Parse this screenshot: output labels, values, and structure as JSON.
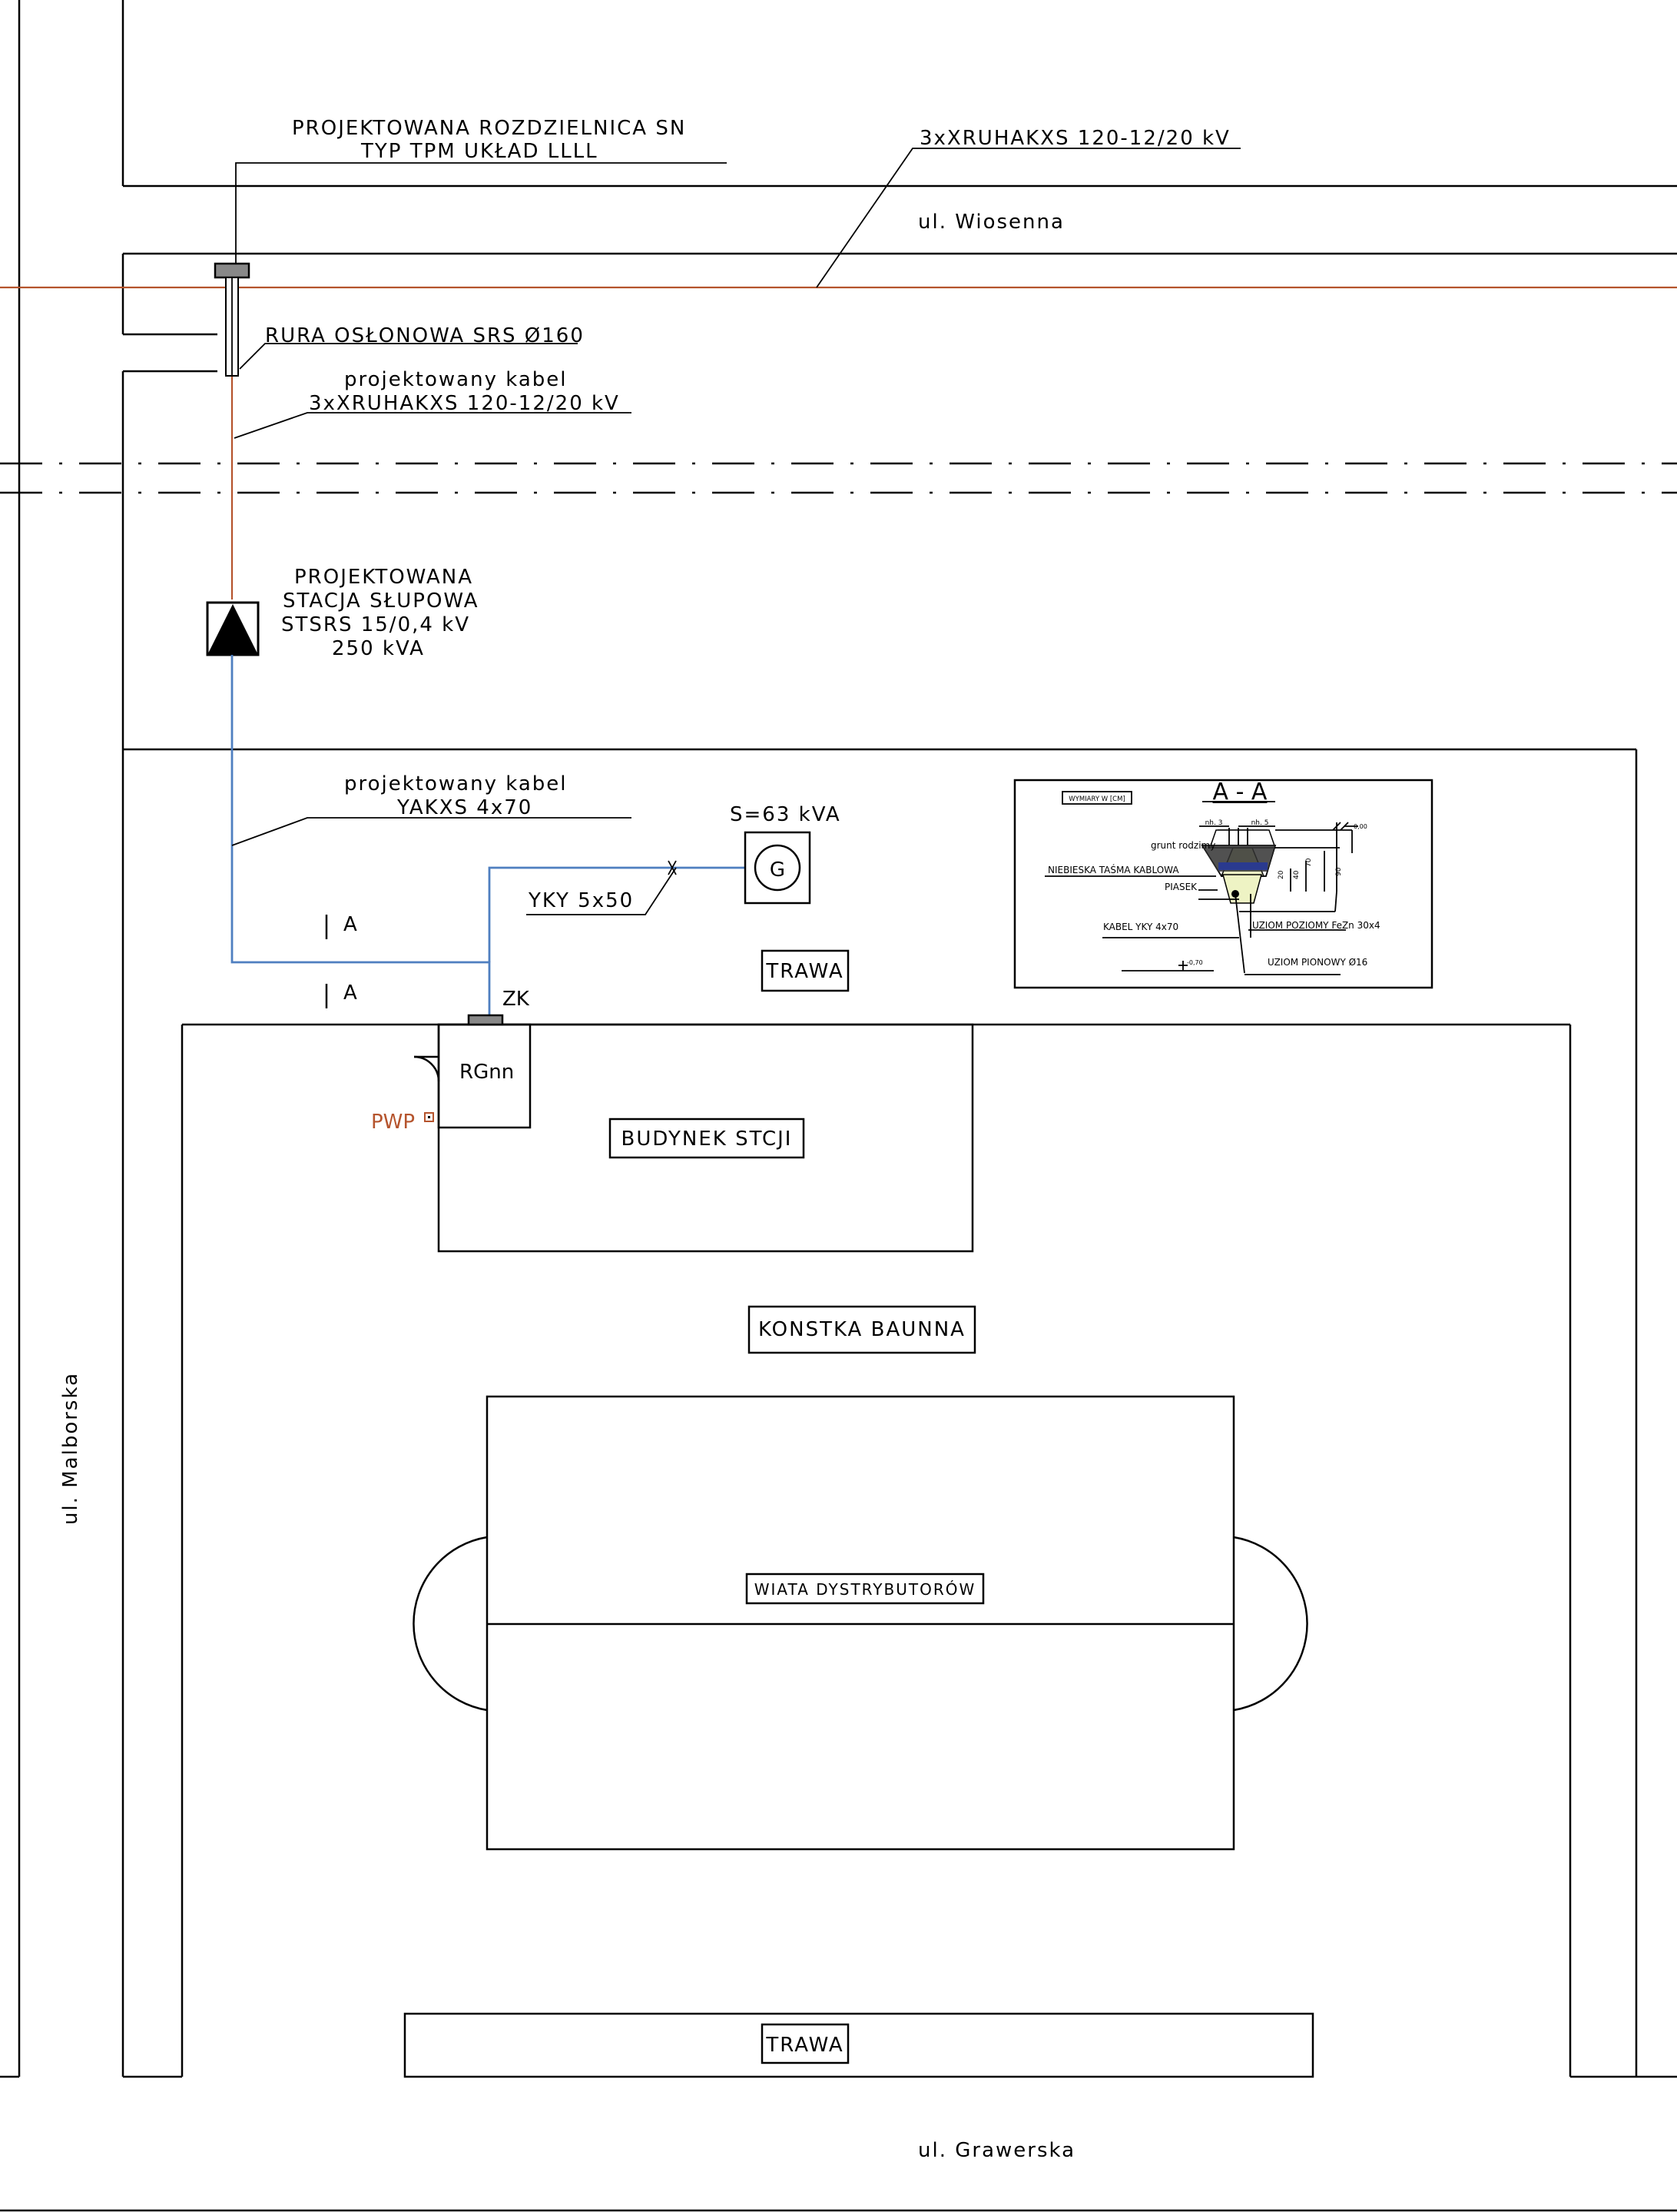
{
  "streets": {
    "north": "ul. Wiosenna",
    "west": "ul. Malborska",
    "south": "ul. Grawerska"
  },
  "labels": {
    "switchgear_line1": "PROJEKTOWANA ROZDZIELNICA SN",
    "switchgear_line2": "TYP TPM UKŁAD LLLL",
    "road_cable": "3xXRUHAKXS 120-12/20 kV",
    "pipe": "RURA OSŁONOWA SRS Ø160",
    "mv_cable_line1": "projektowany kabel",
    "mv_cable_line2": "3xXRUHAKXS 120-12/20 kV",
    "station_line1": "PROJEKTOWANA",
    "station_line2": "STACJA SŁUPOWA",
    "station_line3": "STSRS 15/0,4 kV",
    "station_line4": "250 kVA",
    "lv_cable_line1": "projektowany kabel",
    "lv_cable_line2": "YAKXS 4x70",
    "generator_power": "S=63 kVA",
    "generator_symbol": "G",
    "gen_cable": "YKY 5x50",
    "section_mark_a1": "A",
    "section_mark_a2": "A",
    "zk": "ZK",
    "rgnn": "RGnn",
    "pwp": "PWP",
    "grass_top": "TRAWA",
    "building": "BUDYNEK STCJI",
    "konstka": "KONSTKA BAUNNA",
    "canopy": "WIATA DYSTRYBUTORÓW",
    "grass_bottom": "TRAWA"
  },
  "section_detail": {
    "title": "A - A",
    "scale_note": "WYMIARY W [CM]",
    "dim_left": "nh. 3",
    "dim_right": "nh. 5",
    "soil": "grunt rodzimy",
    "tape": "NIEBIESKA TAŚMA KABLOWA",
    "sand": "PIASEK",
    "cable": "KABEL YKY 4x70",
    "earth_horizontal": "UZIOM POZIOMY FeZn 30x4",
    "earth_vertical": "UZIOM PIONOWY Ø16",
    "level_top": "0,00",
    "level_bottom": "-0,70",
    "dim_70": "70",
    "dim_90": "90",
    "dim_40": "40",
    "dim_20": "20"
  },
  "colors": {
    "mv_cable": "#b5542d",
    "lv_cable": "#4f7fc0",
    "pwp_text": "#b5542d",
    "sand_fill": "#eef3c4",
    "tape_fill": "#2a3a8f"
  }
}
